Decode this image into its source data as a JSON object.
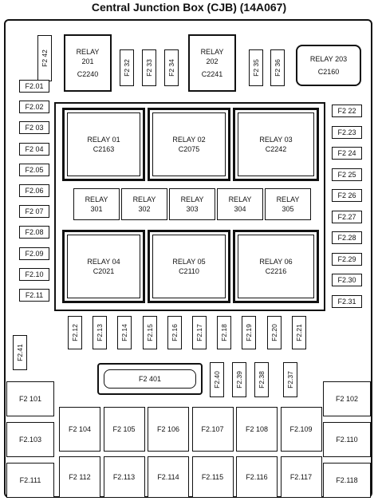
{
  "title": "Central Junction Box (CJB) (14A067)",
  "top_left_fuse": "F2 42",
  "top_relays": [
    {
      "name": "RELAY",
      "num": "201",
      "conn": "C2240"
    },
    {
      "name": "RELAY",
      "num": "202",
      "conn": "C2241"
    }
  ],
  "relay_203": {
    "name": "RELAY 203",
    "conn": "C2160"
  },
  "top_fuses_a": [
    "F2 32",
    "F2 33",
    "F2 34"
  ],
  "top_fuses_b": [
    "F2 35",
    "F2 36"
  ],
  "left_fuses": [
    "F2.01",
    "F2.02",
    "F2 03",
    "F2 04",
    "F2.05",
    "F2.06",
    "F2 07",
    "F2.08",
    "F2.09",
    "F2.10",
    "F2.11"
  ],
  "right_fuses": [
    "F2 22",
    "F2.23",
    "F2 24",
    "F2 25",
    "F2 26",
    "F2.27",
    "F2.28",
    "F2.29",
    "F2.30",
    "F2.31"
  ],
  "big_relays_top": [
    {
      "name": "RELAY 01",
      "conn": "C2163"
    },
    {
      "name": "RELAY 02",
      "conn": "C2075"
    },
    {
      "name": "RELAY 03",
      "conn": "C2242"
    }
  ],
  "mini_relays": [
    {
      "name": "RELAY",
      "num": "301"
    },
    {
      "name": "RELAY",
      "num": "302"
    },
    {
      "name": "RELAY",
      "num": "303"
    },
    {
      "name": "RELAY",
      "num": "304"
    },
    {
      "name": "RELAY",
      "num": "305"
    }
  ],
  "big_relays_bottom": [
    {
      "name": "RELAY 04",
      "conn": "C2021"
    },
    {
      "name": "RELAY 05",
      "conn": "C2110"
    },
    {
      "name": "RELAY 06",
      "conn": "C2216"
    }
  ],
  "row_fuses": [
    "F2.12",
    "F2.13",
    "F2.14",
    "F2.15",
    "F2.16",
    "F2.17",
    "F2.18",
    "F2.19",
    "F2.20",
    "F2.21"
  ],
  "fuse_41": "F2.41",
  "maxi_401": "F2 401",
  "small_fuses_bottom": [
    "F2.40",
    "F2.39",
    "F2.38",
    "F2.37"
  ],
  "big_fuses": {
    "left": [
      "F2 101",
      "F2.103",
      "F2.111"
    ],
    "right": [
      "F2 102",
      "F2.110",
      "F2.118"
    ],
    "row1": [
      "F2 104",
      "F2 105",
      "F2 106",
      "F2.107",
      "F2 108",
      "F2.109"
    ],
    "row2": [
      "F2 112",
      "F2.113",
      "F2.114",
      "F2.115",
      "F2.116",
      "F2.117"
    ]
  }
}
